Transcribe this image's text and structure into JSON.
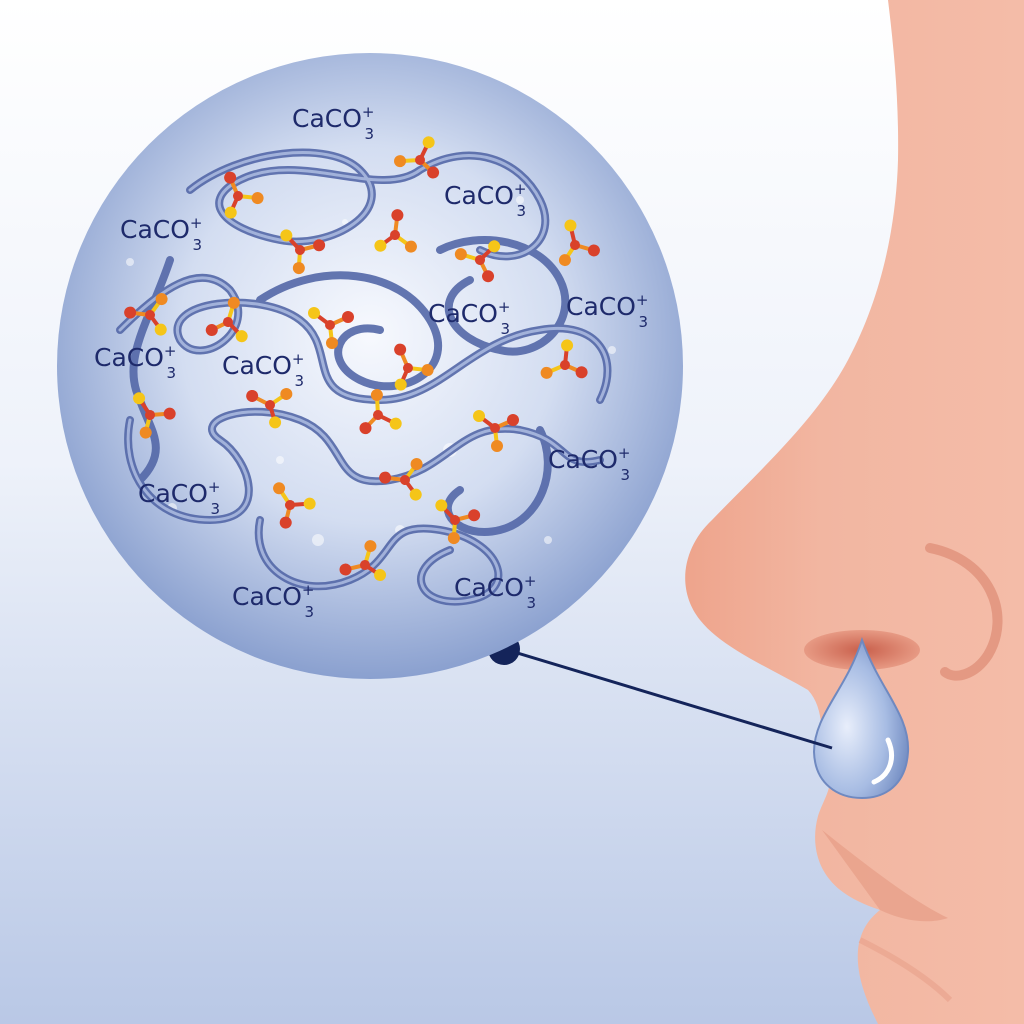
{
  "labels": {
    "formula_main": "CaCO",
    "formula_subscript": "3",
    "formula_superscript": "+"
  },
  "colors": {
    "background_top": "#ffffff",
    "background_bottom": "#b9c8e6",
    "bubble_center": "#f4f7fd",
    "bubble_edge": "#7f95c8",
    "strand": "#5468a8",
    "strand_highlight": "#aebde2",
    "label": "#1e2a6b",
    "molecule_red": "#d9412b",
    "molecule_orange": "#ef8a22",
    "molecule_yellow": "#f5c518",
    "skin": "#f0b39e",
    "skin_shadow": "#de8e78",
    "drop": "#9fb6e0",
    "pointer": "#14245a"
  },
  "icons": {
    "nose": "nose-illustration",
    "drop": "mucus-drop-icon",
    "magnifier": "magnified-bubble"
  }
}
